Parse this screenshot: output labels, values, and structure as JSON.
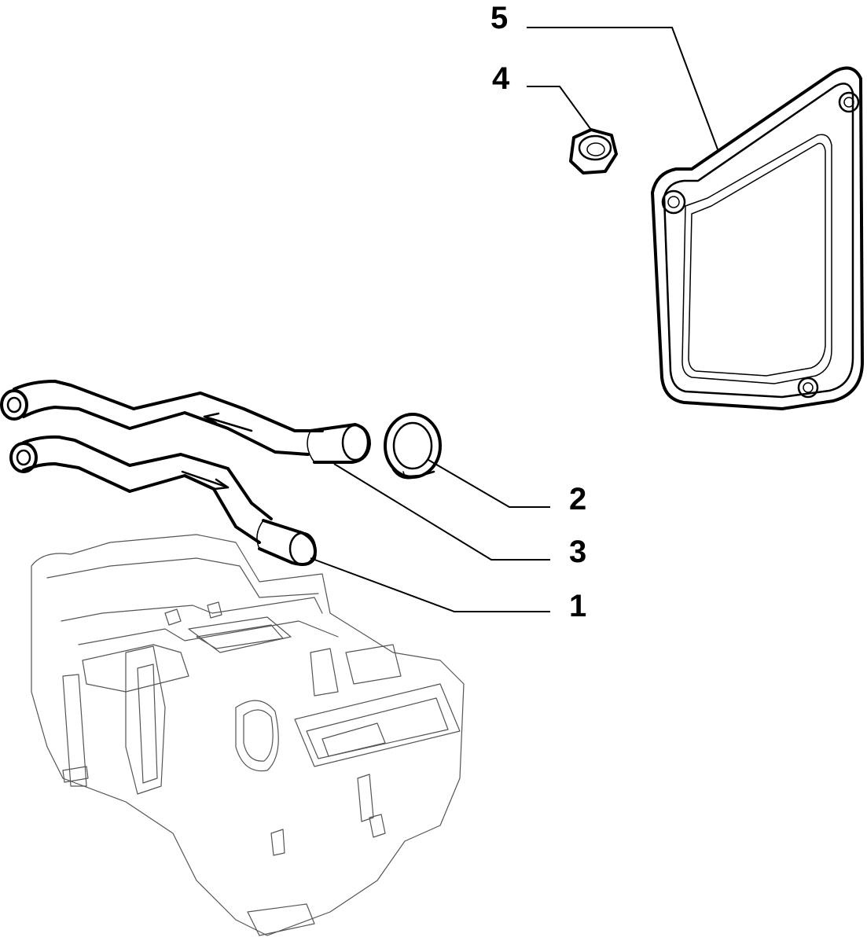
{
  "callouts": {
    "c1": "1",
    "c2": "2",
    "c3": "3",
    "c4": "4",
    "c5": "5"
  },
  "colors": {
    "line": "#000000",
    "faint": "#555555",
    "background": "#ffffff"
  }
}
